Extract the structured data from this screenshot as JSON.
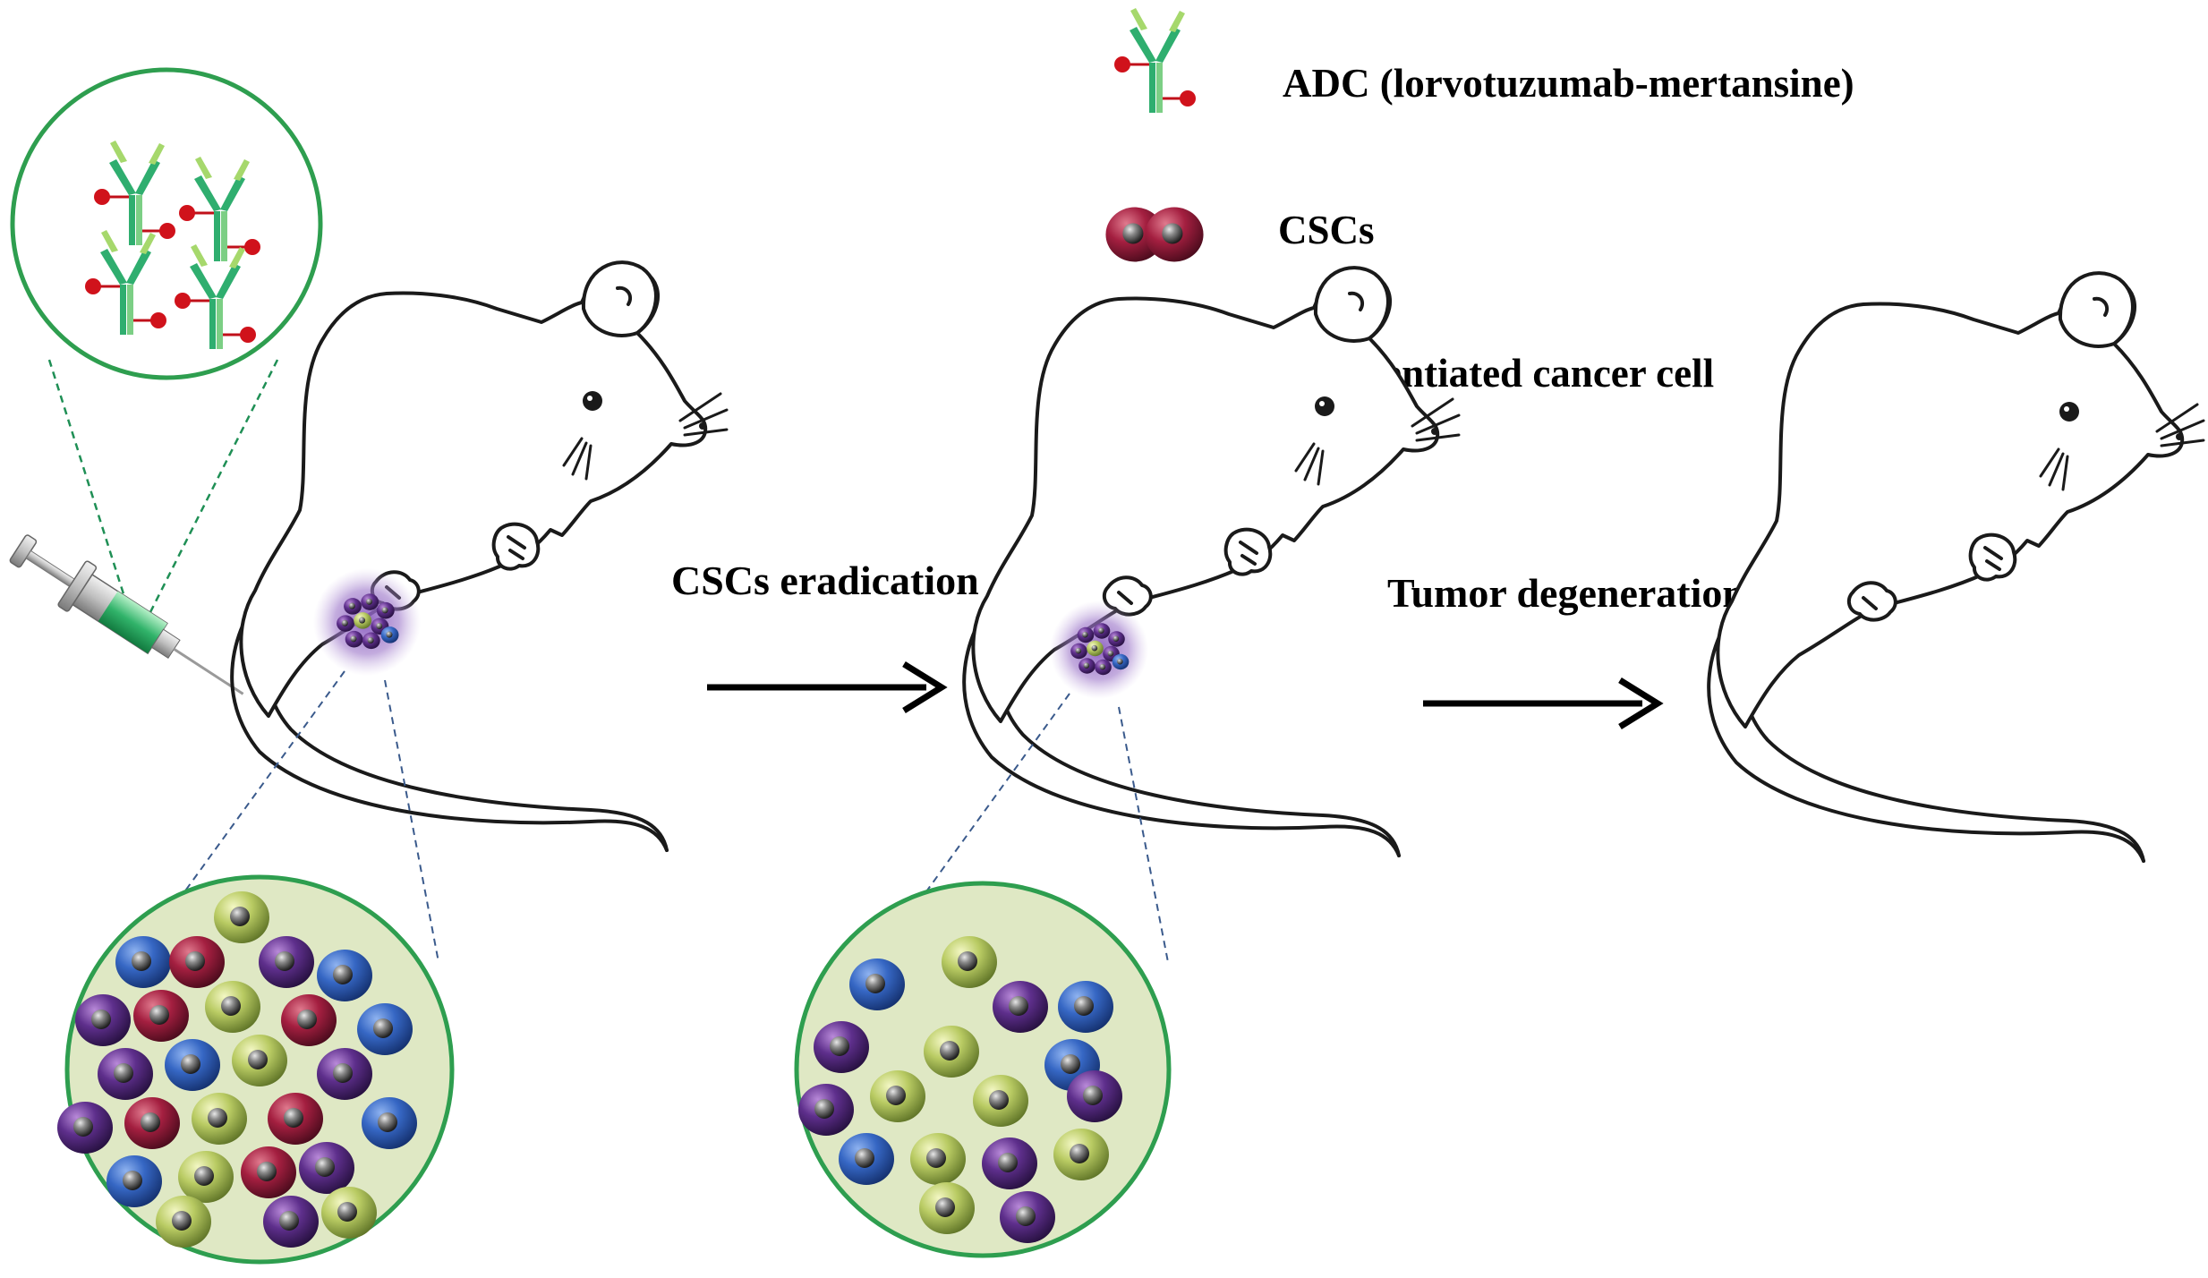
{
  "legend": {
    "adc_label": "ADC (lorvotuzumab-mertansine)",
    "cscs_label": "CSCs",
    "differentiated_label": "Differentiated cancer cell"
  },
  "steps": {
    "step1_label": "CSCs eradication",
    "step2_label": "Tumor degeneration"
  },
  "colors": {
    "antibody_green": "#2fae6f",
    "antibody_light": "#a6d86c",
    "drug_red": "#d0121b",
    "csc_red": "#a01e3c",
    "blue_cell": "#2f5fb8",
    "purple_cell": "#5b2d86",
    "yellowgreen_cell": "#b8c95a",
    "circle_border": "#2e9e4f",
    "circle_fill": "#dfe8c4",
    "tumor_glow": "#8a5cc0"
  },
  "icons": [
    "antibody-drug-conjugate-icon",
    "csc-cell-pair-icon",
    "differentiated-cell-cluster-icon",
    "syringe-icon",
    "mouse-icon",
    "arrow-right-icon"
  ]
}
